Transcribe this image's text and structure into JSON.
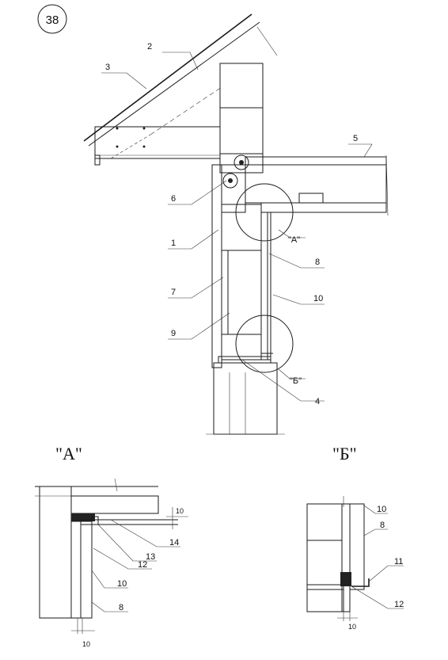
{
  "sheet_number": "38",
  "main_labels": {
    "l1": "1",
    "l2": "2",
    "l3": "3",
    "l4": "4",
    "l5": "5",
    "l6": "6",
    "l7": "7",
    "l8": "8",
    "l9": "9",
    "l10": "10"
  },
  "callouts": {
    "a": "\"А\"",
    "b": "\"Б\""
  },
  "detail_a": {
    "title": "\"А\"",
    "labels": {
      "l14": "14",
      "l13": "13",
      "l12": "12",
      "l10": "10",
      "l8": "8"
    },
    "dims": {
      "top": "10",
      "bottom": "10"
    }
  },
  "detail_b": {
    "title": "\"Б\"",
    "labels": {
      "l10": "10",
      "l8": "8",
      "l11": "11",
      "l12": "12"
    },
    "dims": {
      "bottom": "10"
    }
  }
}
